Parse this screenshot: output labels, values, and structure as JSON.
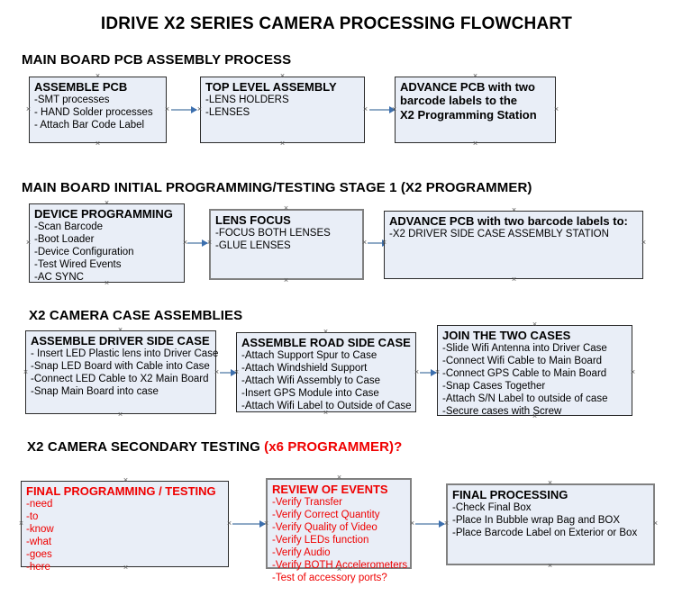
{
  "title": "IDRIVE X2  SERIES CAMERA PROCESSING FLOWCHART",
  "colors": {
    "box_fill": "#e9eef7",
    "box_border": "#7b7b7b",
    "arrow": "#3c6fae",
    "accent_red": "#ef0000",
    "text": "#000000"
  },
  "sections": [
    {
      "heading": "MAIN BOARD PCB ASSEMBLY PROCESS",
      "heading_suffix": "",
      "boxes": [
        {
          "title": "ASSEMBLE PCB",
          "lines": [
            "-SMT processes",
            "- HAND Solder processes",
            "- Attach Bar Code Label"
          ],
          "bold_lines": false
        },
        {
          "title": "TOP LEVEL ASSEMBLY",
          "lines": [
            "-LENS HOLDERS",
            "-LENSES"
          ],
          "bold_lines": false
        },
        {
          "title": "ADVANCE PCB with two",
          "lines": [
            "barcode labels to the",
            " X2 Programming Station"
          ],
          "bold_lines": true
        }
      ]
    },
    {
      "heading": "MAIN BOARD INITIAL PROGRAMMING/TESTING STAGE 1 (X2 PROGRAMMER)",
      "heading_suffix": "",
      "boxes": [
        {
          "title": "DEVICE PROGRAMMING",
          "lines": [
            "-Scan Barcode",
            "-Boot Loader",
            "-Device Configuration",
            "-Test Wired Events",
            "-AC SYNC"
          ],
          "bold_lines": false
        },
        {
          "title": "LENS FOCUS",
          "lines": [
            "-FOCUS BOTH LENSES",
            "-GLUE LENSES"
          ],
          "bold_lines": false
        },
        {
          "title": "ADVANCE PCB with two barcode labels to:",
          "lines": [
            "-X2 DRIVER  SIDE  CASE  ASSEMBLY STATION"
          ],
          "bold_lines": false
        }
      ]
    },
    {
      "heading": "X2 CAMERA CASE ASSEMBLIES",
      "heading_suffix": "",
      "boxes": [
        {
          "title": "ASSEMBLE DRIVER SIDE CASE",
          "lines": [
            "- Insert LED Plastic lens into Driver Case",
            "-Snap LED Board with Cable into Case",
            "-Connect LED Cable to X2 Main Board",
            "-Snap Main Board into case"
          ],
          "bold_lines": false
        },
        {
          "title": "ASSEMBLE ROAD SIDE CASE",
          "lines": [
            "-Attach Support Spur to Case",
            "-Attach Windshield Support",
            "-Attach Wifi Assembly to Case",
            "-Insert GPS Module into Case",
            "-Attach Wifi Label to Outside of Case"
          ],
          "bold_lines": false
        },
        {
          "title": "JOIN THE TWO CASES",
          "lines": [
            "-Slide Wifi Antenna into Driver Case",
            "-Connect Wifi Cable to Main Board",
            "-Connect GPS Cable to Main Board",
            "-Snap Cases Together",
            "-Attach S/N Label to outside of case",
            "-Secure cases with Screw"
          ],
          "bold_lines": false
        }
      ]
    },
    {
      "heading": "X2 CAMERA SECONDARY TESTING ",
      "heading_suffix": "(x6 PROGRAMMER)?",
      "boxes": [
        {
          "title": "FINAL PROGRAMMING / TESTING",
          "lines": [
            "-need",
            "-to",
            "-know",
            "-what",
            "-goes",
            "-here"
          ],
          "bold_lines": false
        },
        {
          "title": "REVIEW OF EVENTS",
          "lines": [
            "-Verify Transfer",
            "-Verify Correct Quantity",
            "-Verify Quality of Video",
            "-Verify LEDs function",
            "-Verify Audio",
            "-Verify BOTH Accelerometers",
            "-Test of accessory ports?"
          ],
          "bold_lines": false
        },
        {
          "title": "FINAL PROCESSING",
          "lines": [
            " -Check Final Box",
            "-Place In Bubble wrap Bag and BOX",
            "-Place Barcode Label on Exterior or Box"
          ],
          "bold_lines": false
        }
      ]
    }
  ]
}
